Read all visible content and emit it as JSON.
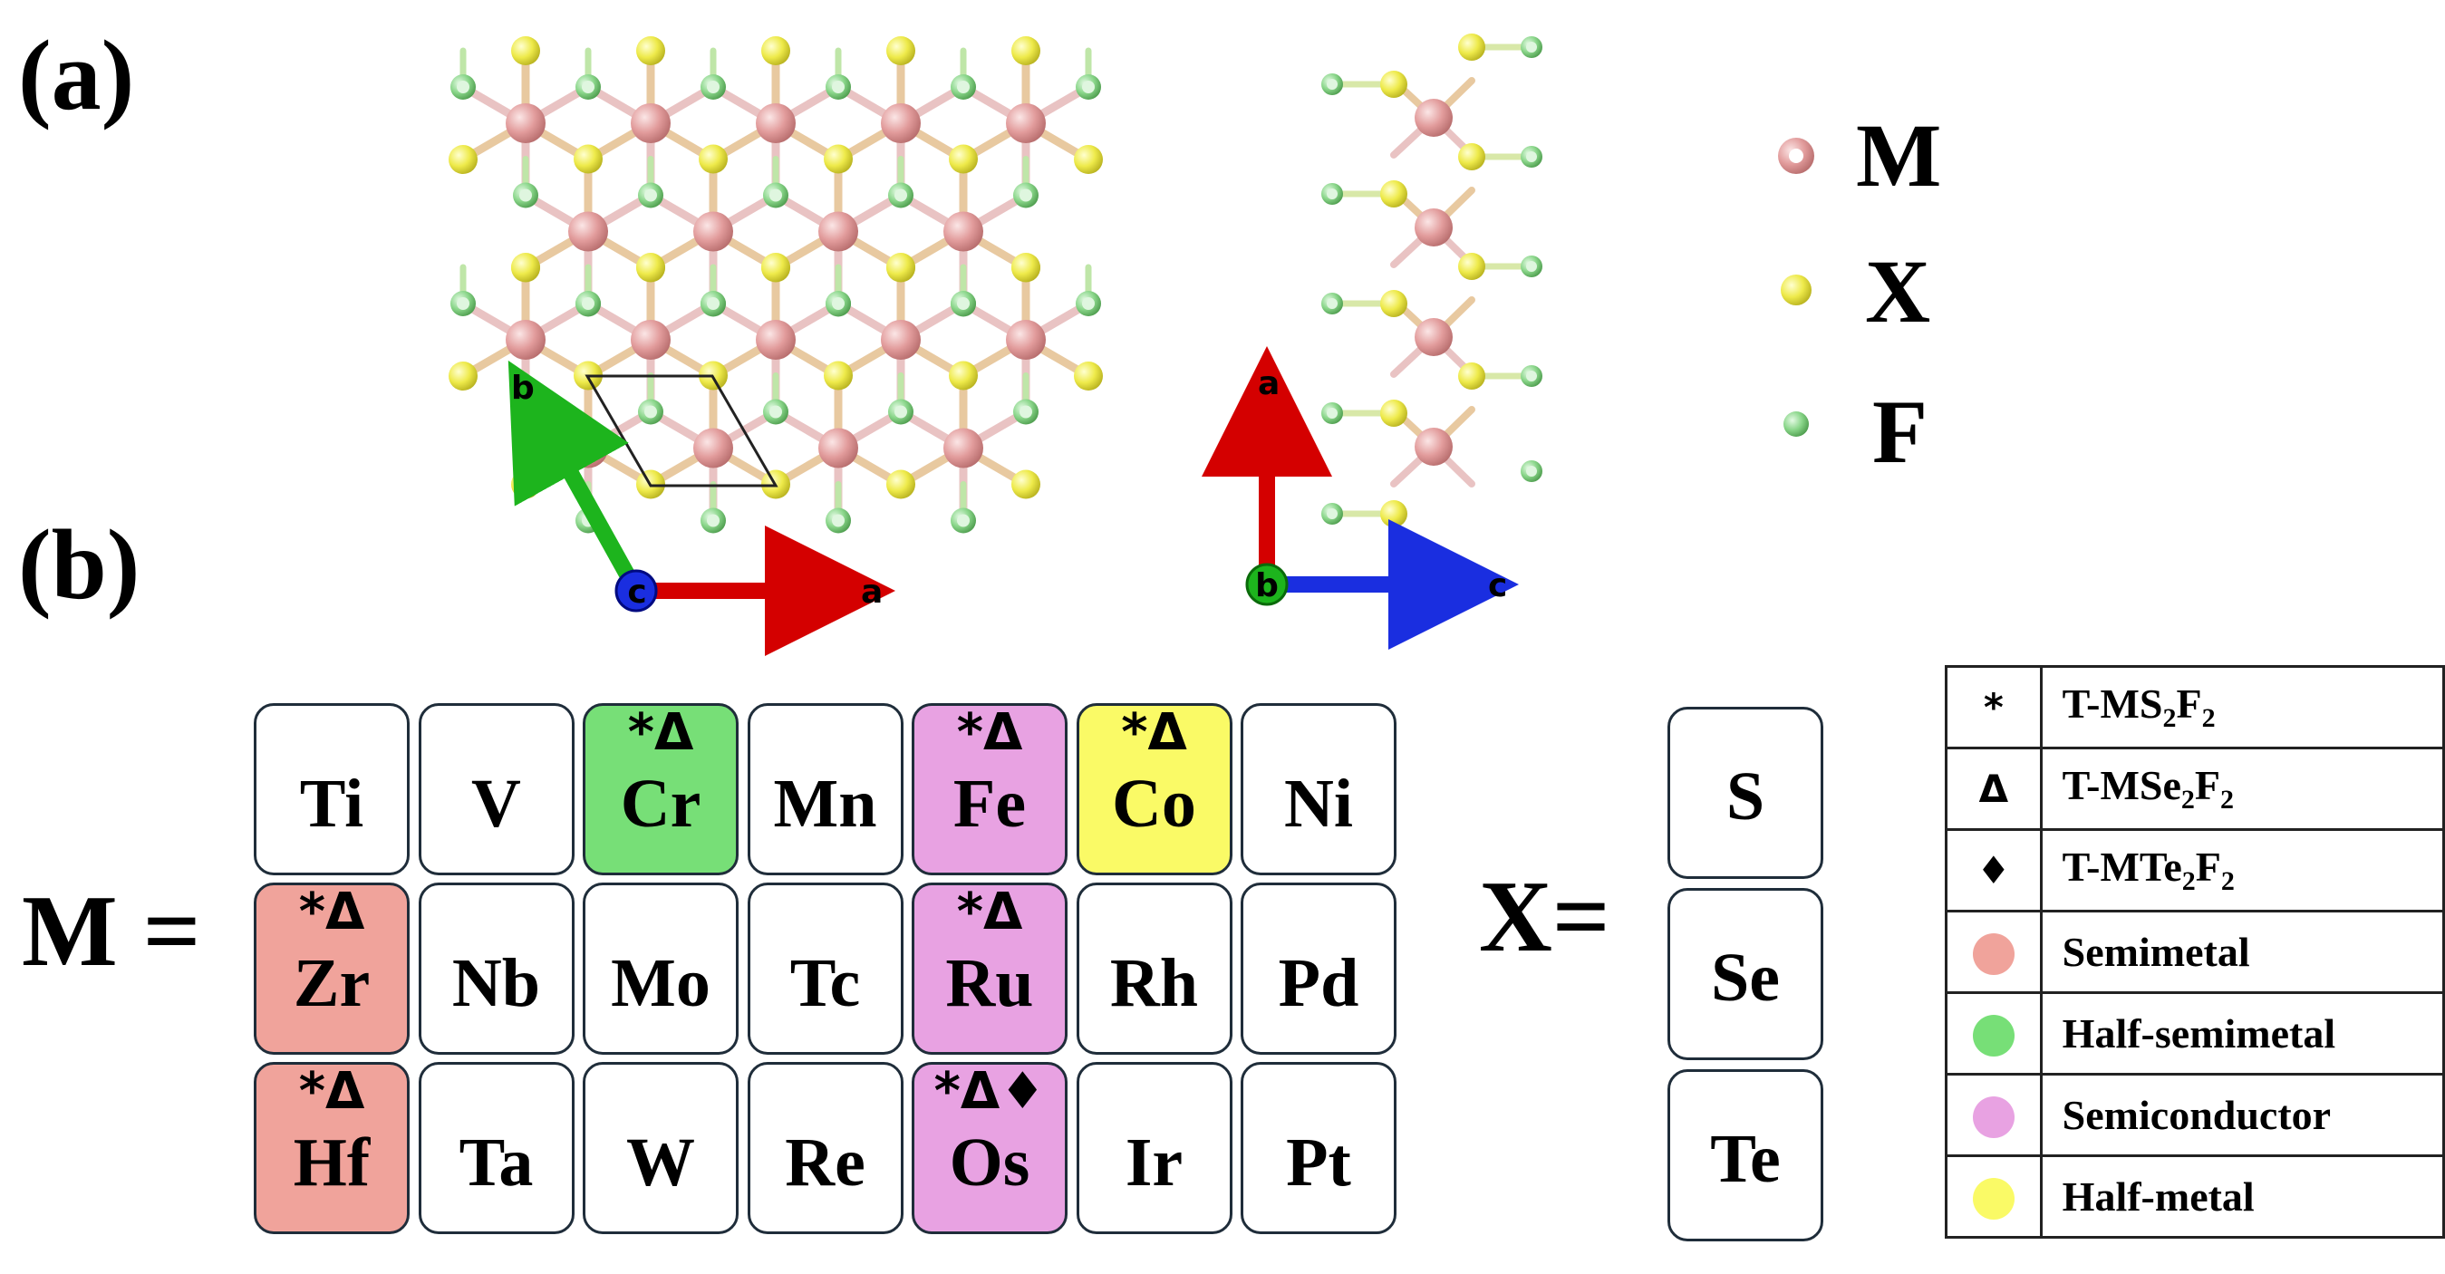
{
  "panels": {
    "a": "(a)",
    "b": "(b)"
  },
  "structure_legend": [
    {
      "symbol": "M",
      "color": "#e4a3a3"
    },
    {
      "symbol": "X",
      "color": "#f2ee55"
    },
    {
      "symbol": "F",
      "color": "#8fd88f"
    }
  ],
  "axes_top_view": {
    "a": "a",
    "b": "b",
    "c": "c"
  },
  "axes_side_view": {
    "a": "a",
    "b": "b",
    "c": "c"
  },
  "m_label": "M =",
  "x_label": "X=",
  "colors": {
    "semimetal": "#f0a39b",
    "half_semimetal": "#77df77",
    "semiconductor": "#e8a2e2",
    "half_metal": "#fafa66",
    "none": "#ffffff"
  },
  "m_elements": [
    [
      {
        "symbol": "Ti",
        "marks": "",
        "category": "none"
      },
      {
        "symbol": "V",
        "marks": "",
        "category": "none"
      },
      {
        "symbol": "Cr",
        "marks": "*Δ",
        "category": "half_semimetal"
      },
      {
        "symbol": "Mn",
        "marks": "",
        "category": "none"
      },
      {
        "symbol": "Fe",
        "marks": "*Δ",
        "category": "semiconductor"
      },
      {
        "symbol": "Co",
        "marks": "*Δ",
        "category": "half_metal"
      },
      {
        "symbol": "Ni",
        "marks": "",
        "category": "none"
      }
    ],
    [
      {
        "symbol": "Zr",
        "marks": "*Δ",
        "category": "semimetal"
      },
      {
        "symbol": "Nb",
        "marks": "",
        "category": "none"
      },
      {
        "symbol": "Mo",
        "marks": "",
        "category": "none"
      },
      {
        "symbol": "Tc",
        "marks": "",
        "category": "none"
      },
      {
        "symbol": "Ru",
        "marks": "*Δ",
        "category": "semiconductor"
      },
      {
        "symbol": "Rh",
        "marks": "",
        "category": "none"
      },
      {
        "symbol": "Pd",
        "marks": "",
        "category": "none"
      }
    ],
    [
      {
        "symbol": "Hf",
        "marks": "*Δ",
        "category": "semimetal"
      },
      {
        "symbol": "Ta",
        "marks": "",
        "category": "none"
      },
      {
        "symbol": "W",
        "marks": "",
        "category": "none"
      },
      {
        "symbol": "Re",
        "marks": "",
        "category": "none"
      },
      {
        "symbol": "Os",
        "marks": "*Δ♦",
        "category": "semiconductor"
      },
      {
        "symbol": "Ir",
        "marks": "",
        "category": "none"
      },
      {
        "symbol": "Pt",
        "marks": "",
        "category": "none"
      }
    ]
  ],
  "x_elements": [
    "S",
    "Se",
    "Te"
  ],
  "key": [
    {
      "marker": "*",
      "label_main": "T-MS",
      "sub1": "2",
      "mid": "F",
      "sub2": "2"
    },
    {
      "marker": "Δ",
      "label_main": "T-MSe",
      "sub1": "2",
      "mid": "F",
      "sub2": "2"
    },
    {
      "marker": "♦",
      "label_main": "T-MTe",
      "sub1": "2",
      "mid": "F",
      "sub2": "2"
    },
    {
      "dot": "semimetal",
      "label": "Semimetal"
    },
    {
      "dot": "half_semimetal",
      "label": "Half-semimetal"
    },
    {
      "dot": "semiconductor",
      "label": "Semiconductor"
    },
    {
      "dot": "half_metal",
      "label": "Half-metal"
    }
  ]
}
